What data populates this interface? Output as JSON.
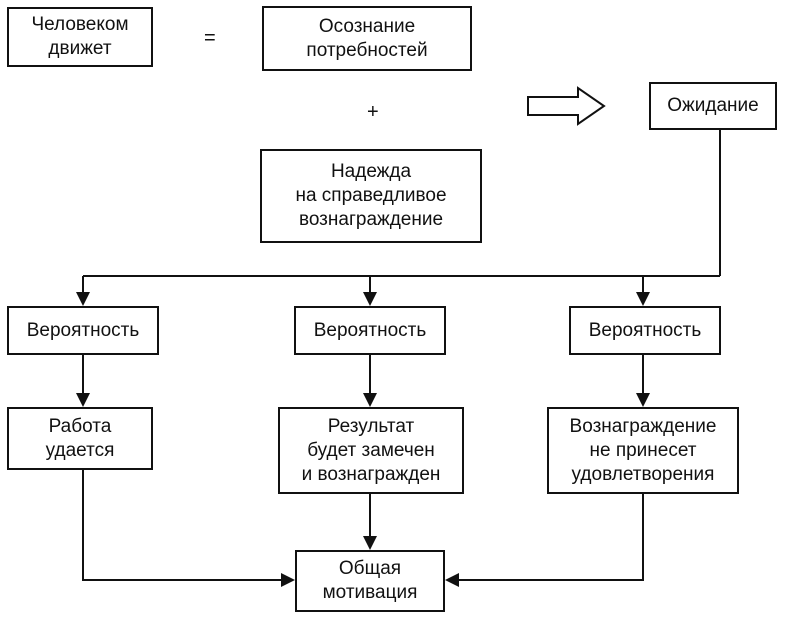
{
  "boxes": {
    "motivates": "Человеком\nдвижет",
    "awareness": "Осознание\nпотребностей",
    "expectation": "Ожидание",
    "hope": "Надежда\nна справедливое\nвознаграждение",
    "prob1": "Вероятность",
    "prob2": "Вероятность",
    "prob3": "Вероятность",
    "work": "Работа\nудается",
    "result": "Результат\nбудет замечен\nи вознагражден",
    "reward": "Вознаграждение\nне принесет\nудовлетворения",
    "total": "Общая\nмотивация"
  },
  "symbols": {
    "equals": "=",
    "plus": "+"
  }
}
